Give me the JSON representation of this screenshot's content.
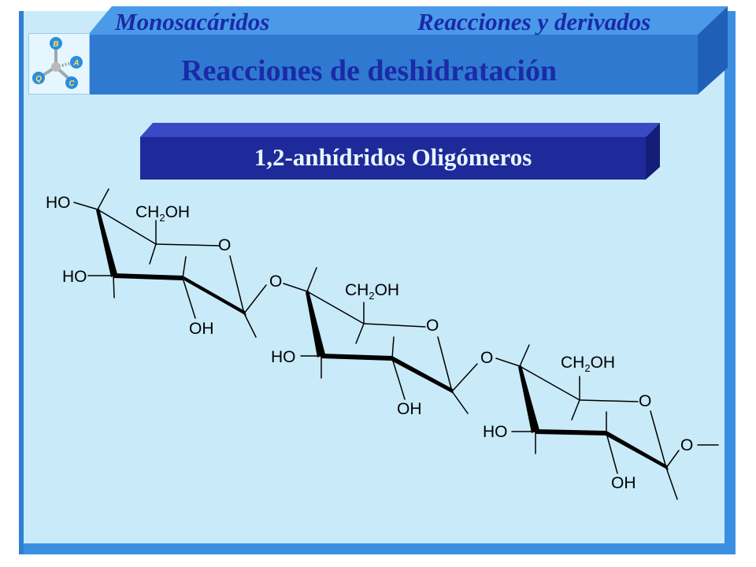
{
  "header": {
    "left_title": "Monosacáridos",
    "right_title": "Reacciones y derivados",
    "main_title": "Reacciones de deshidratación"
  },
  "logo": {
    "letters": [
      "B",
      "A",
      "C",
      "Q"
    ]
  },
  "subtitle": "1,2-anhídridos Oligómeros",
  "molecule": {
    "labels": {
      "ho": "HO",
      "oh": "OH",
      "o": "O",
      "ch2oh_prefix": "CH",
      "ch2oh_sub": "2",
      "ch2oh_suffix": "OH"
    }
  },
  "colors": {
    "background": "#c9eaf8",
    "frame": "#3b8fe0",
    "banner": "#3b7fd6",
    "subtitle_bar": "#1f2a9a",
    "title_text": "#1b2aa8"
  }
}
